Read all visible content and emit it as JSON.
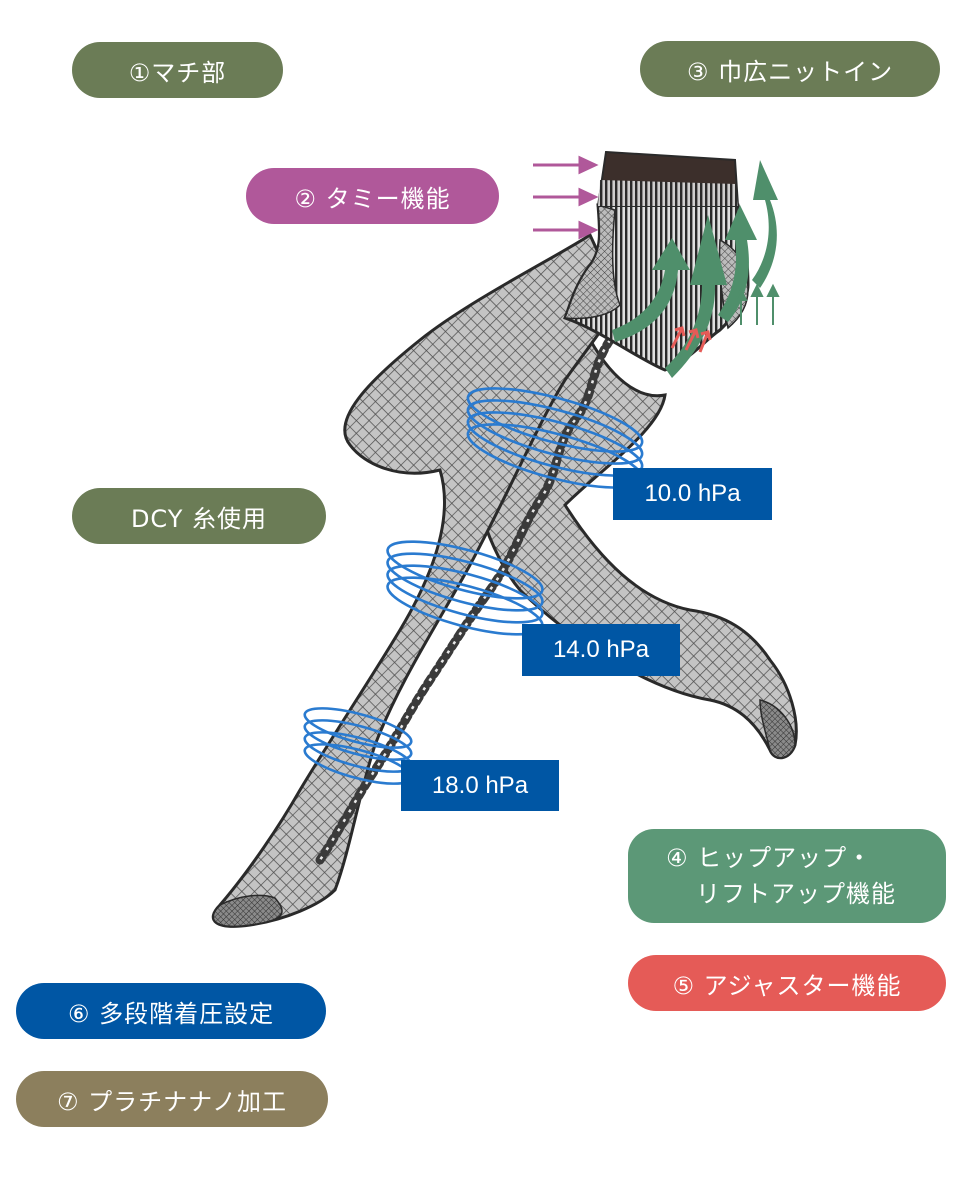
{
  "colors": {
    "olive": "#6b7c56",
    "magenta": "#b0589a",
    "green": "#5c9877",
    "coral": "#e55b57",
    "blue": "#0056a4",
    "khaki": "#8c7f5d",
    "stocking_fill": "#bdbdbd",
    "outline": "#2a2a2a",
    "lift_arrow": "#4f8f6b",
    "tummy_arrow": "#b0589a",
    "adjuster_arrow": "#e55b57",
    "ring": "#2a7bd0"
  },
  "labels": {
    "gusset": "①マチ部",
    "tummy": "② タミー機能",
    "wide_knit": "③ 巾広ニットイン",
    "hip_up_line1": "④ ヒップアップ・",
    "hip_up_line2": "リフトアップ機能",
    "adjuster": "⑤ アジャスター機能",
    "graduated": "⑥ 多段階着圧設定",
    "platinum": "⑦ プラチナナノ加工",
    "dcy": "DCY 糸使用"
  },
  "pressures": {
    "thigh": "10.0 hPa",
    "knee": "14.0 hPa",
    "calf": "18.0 hPa"
  }
}
